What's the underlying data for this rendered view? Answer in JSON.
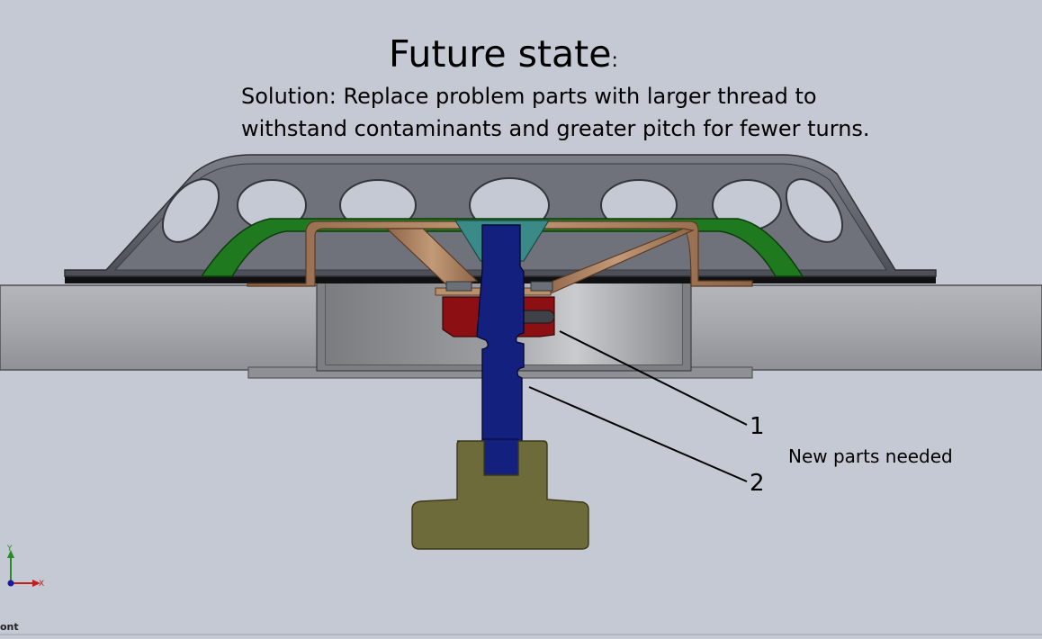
{
  "title": {
    "main": "Future state",
    "colon": ":"
  },
  "solution": {
    "line1": "Solution: Replace problem parts with larger thread to",
    "line2": "withstand contaminants and greater pitch for fewer turns."
  },
  "annotation": {
    "note": "New parts needed",
    "callouts": [
      "1",
      "2"
    ]
  },
  "triad": {
    "y_label": "Y",
    "x_label": "X"
  },
  "corner_text": "ont",
  "colors": {
    "background": "#c4c9d3",
    "housing": "#5d6068",
    "gasket": "#1f7a1f",
    "spring": "#a97c5a",
    "nut": "#8c0f14",
    "bolt": "#14207e",
    "knob": "#6e6b3a",
    "cone": "#3a8b87"
  }
}
